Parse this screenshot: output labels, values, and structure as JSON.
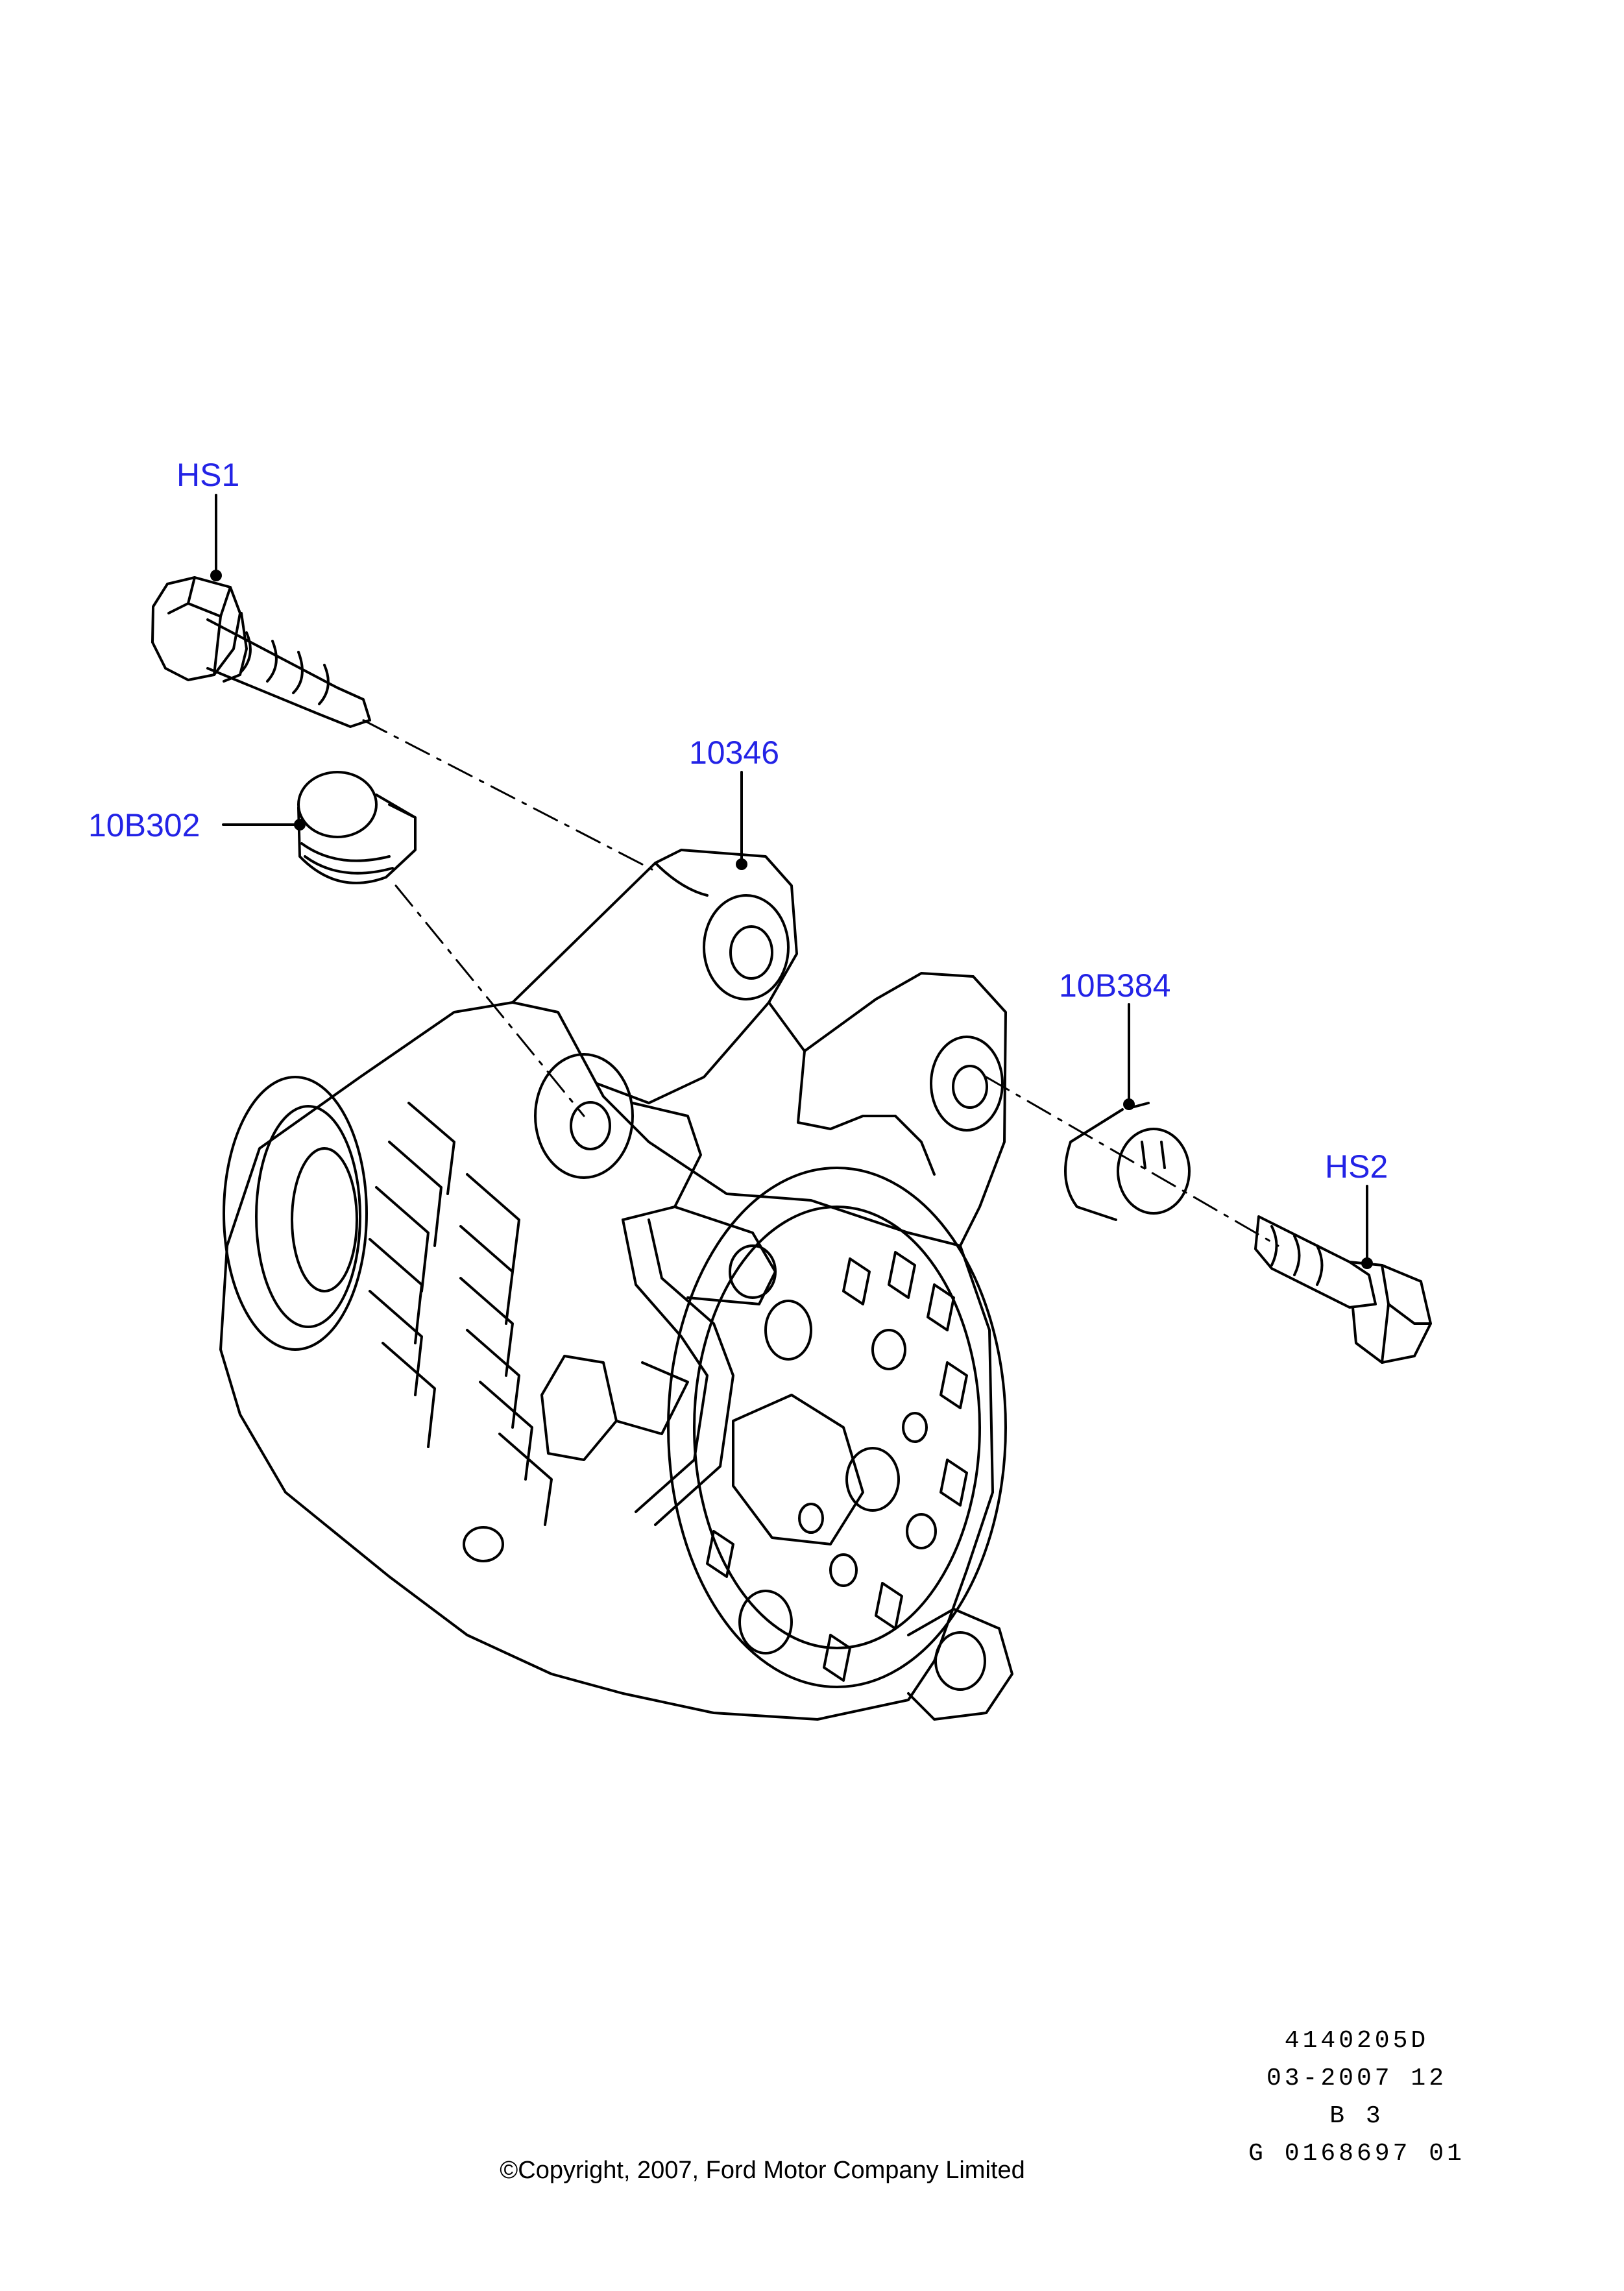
{
  "colors": {
    "callout_text": "#2323e6",
    "linework": "#000000",
    "background": "#ffffff"
  },
  "callouts": {
    "hs1": "HS1",
    "bracket": "10346",
    "plug": "10B302",
    "bushing": "10B384",
    "hs2": "HS2"
  },
  "drawing_info": {
    "code": "4140205D",
    "date": "03-2007 12",
    "ref": "B 3",
    "part_id": "G 0168697 01"
  },
  "copyright": "©Copyright, 2007, Ford Motor Company Limited"
}
